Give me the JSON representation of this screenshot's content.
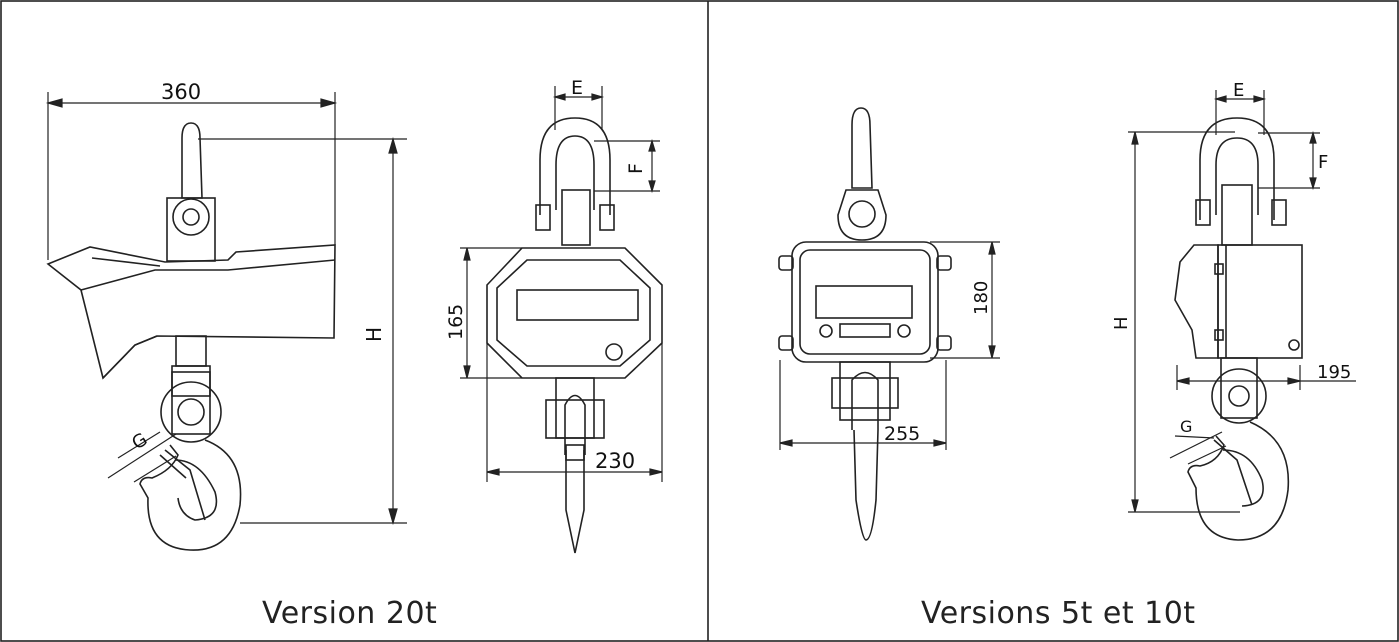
{
  "panels": [
    {
      "caption": "Version 20t",
      "dimensions": {
        "width_top": "360",
        "height": "H",
        "display_height": "165",
        "width_bottom": "230",
        "shackle_e": "E",
        "shackle_f": "F",
        "hook_g": "G"
      }
    },
    {
      "caption": "Versions 5t et 10t",
      "dimensions": {
        "display_height": "180",
        "width_bottom": "255",
        "shackle_e": "E",
        "shackle_f": "F",
        "height": "H",
        "depth": "195",
        "hook_g": "G"
      }
    }
  ]
}
